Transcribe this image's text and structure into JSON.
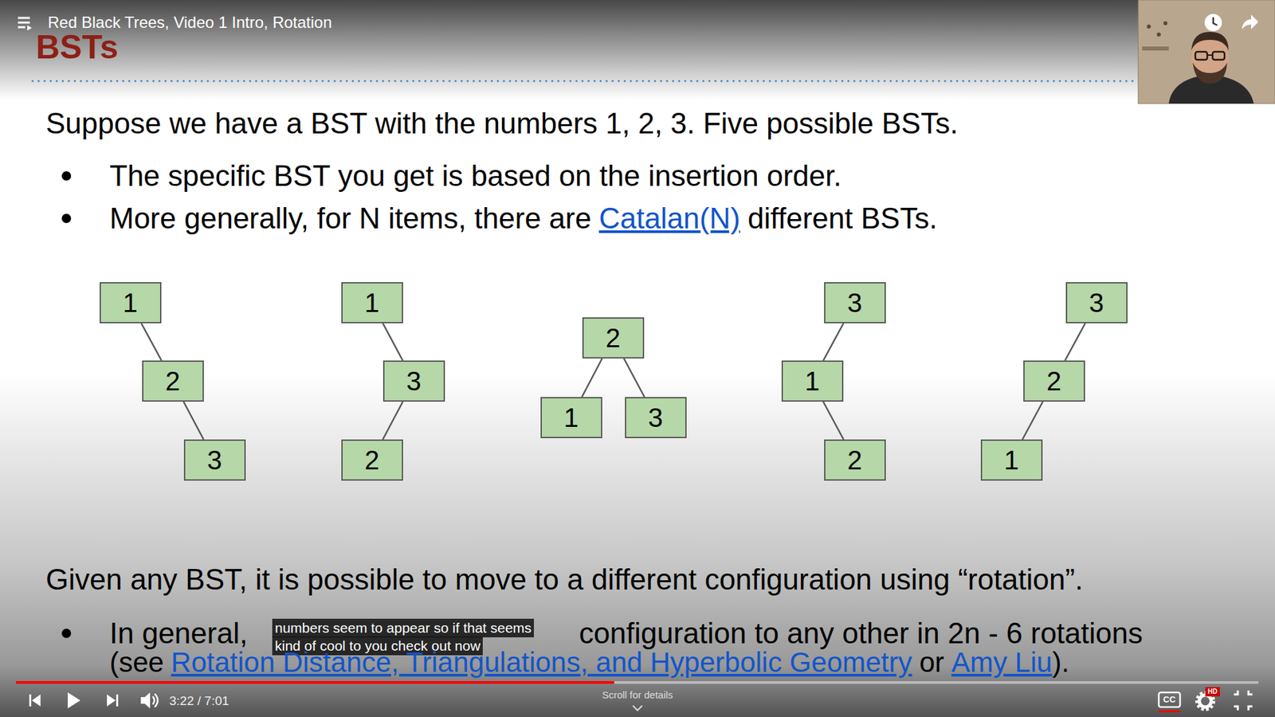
{
  "diagram": {
    "title": "BSTs",
    "nodes": [
      {
        "text": [
          "1"
        ]
      },
      {
        "text": [
          "2"
        ]
      },
      {
        "text": [
          "3"
        ]
      },
      {
        "text": [
          "1"
        ]
      },
      {
        "text": [
          "3"
        ]
      },
      {
        "text": [
          "2"
        ]
      },
      {
        "text": [
          "2"
        ]
      },
      {
        "text": [
          "1"
        ]
      },
      {
        "text": [
          "3"
        ]
      },
      {
        "text": [
          "3"
        ]
      },
      {
        "text": [
          "1"
        ]
      },
      {
        "text": [
          "2"
        ]
      },
      {
        "text": [
          "3"
        ]
      },
      {
        "text": [
          "2"
        ]
      },
      {
        "text": [
          "1"
        ]
      }
    ],
    "edges": [
      {
        "from": 0,
        "to": 1,
        "arrow": "none"
      },
      {
        "from": 1,
        "to": 2,
        "arrow": "none"
      },
      {
        "from": 3,
        "to": 4,
        "arrow": "none"
      },
      {
        "from": 4,
        "to": 5,
        "arrow": "none"
      },
      {
        "from": 6,
        "to": 7,
        "arrow": "none"
      },
      {
        "from": 6,
        "to": 8,
        "arrow": "none"
      },
      {
        "from": 9,
        "to": 10,
        "arrow": "none"
      },
      {
        "from": 10,
        "to": 11,
        "arrow": "none"
      },
      {
        "from": 12,
        "to": 13,
        "arrow": "none"
      },
      {
        "from": 13,
        "to": 14,
        "arrow": "none"
      }
    ],
    "labels": [
      "Red Black Trees, Video 1 Intro, Rotation",
      "Suppose we have a BST with the numbers 1, 2, 3. Five possible BSTs.",
      "The specific BST you get is based on the insertion order.",
      "More generally, for N items, there are",
      "Catalan(N)",
      "different BSTs.",
      "Given any BST, it is possible to move to a different configuration using “rotation”.",
      "In general,",
      "numbers seem to appear so if that seems",
      "kind of cool to you check out now",
      "configuration to any other in 2n - 6 rotations",
      "(see",
      "Rotation Distance, Triangulations, and Hyperbolic Geometry",
      "or",
      "Amy Liu",
      ").",
      "3:22 / 7:01",
      "Scroll for details",
      "CC",
      "HD"
    ]
  }
}
